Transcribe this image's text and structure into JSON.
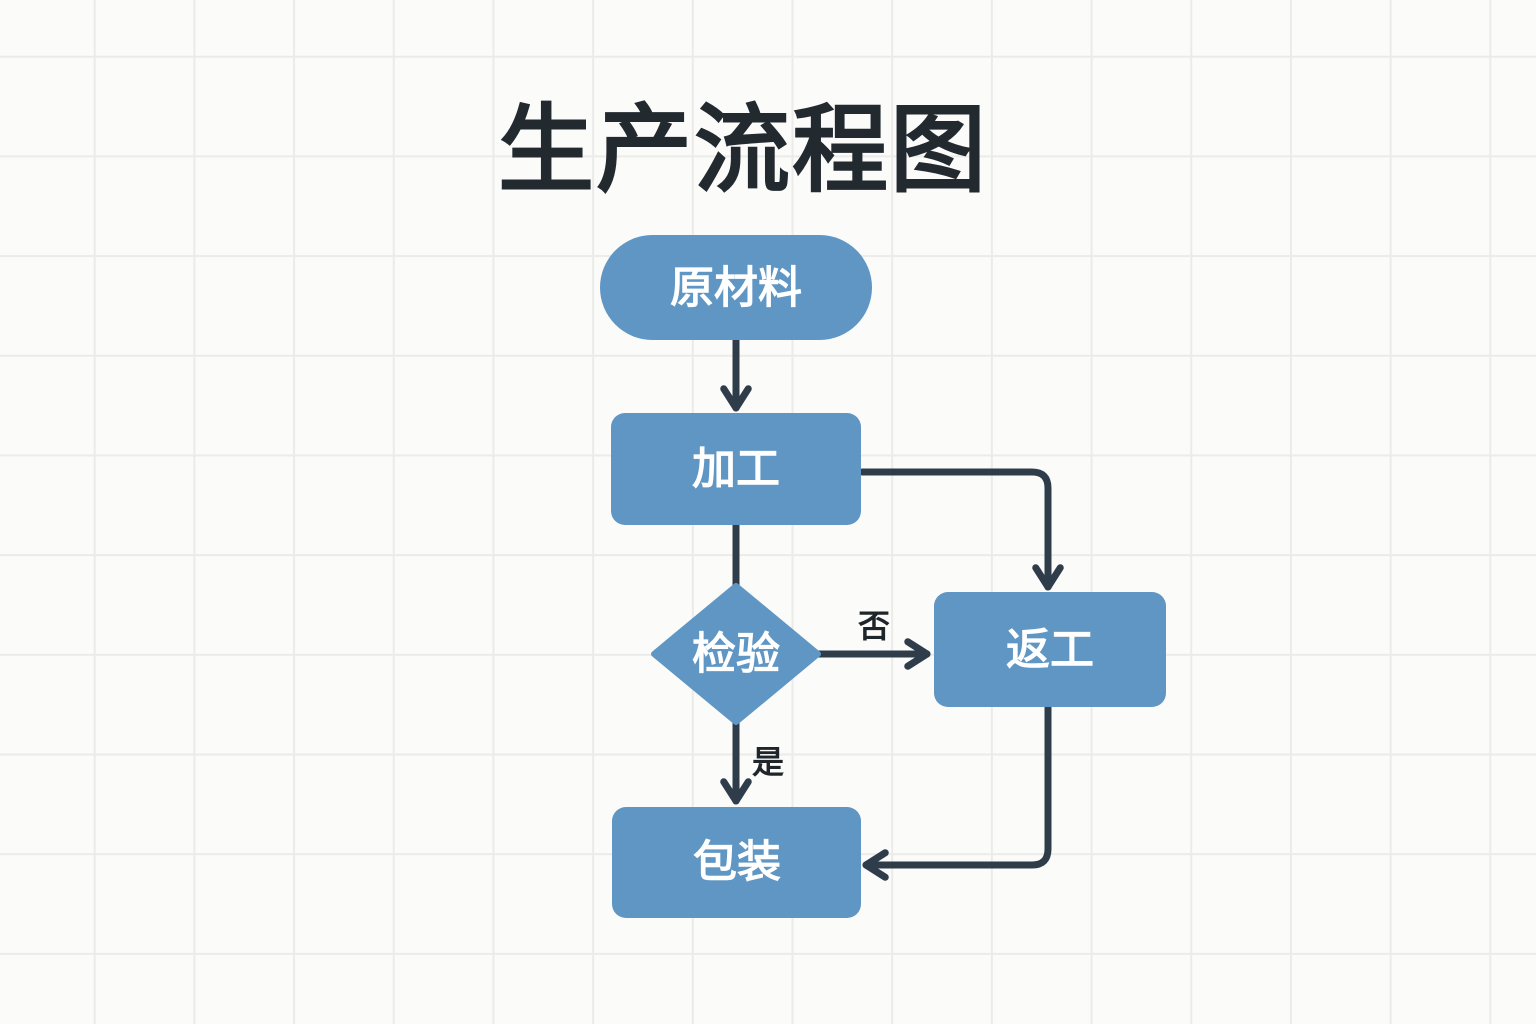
{
  "title": "生产流程图",
  "colors": {
    "node_fill": "#5f96c4",
    "edge": "#2f3d4b",
    "text_dark": "#222a30",
    "background": "#fbfbf9",
    "grid": "#ebebea"
  },
  "nodes": [
    {
      "id": "raw-materials",
      "label": "原材料",
      "shape": "terminator"
    },
    {
      "id": "processing",
      "label": "加工",
      "shape": "process"
    },
    {
      "id": "inspection",
      "label": "检验",
      "shape": "decision"
    },
    {
      "id": "rework",
      "label": "返工",
      "shape": "process"
    },
    {
      "id": "packaging",
      "label": "包装",
      "shape": "process"
    }
  ],
  "edges": [
    {
      "from": "raw-materials",
      "to": "processing",
      "label": ""
    },
    {
      "from": "processing",
      "to": "inspection",
      "label": ""
    },
    {
      "from": "processing",
      "to": "rework",
      "label": ""
    },
    {
      "from": "inspection",
      "to": "rework",
      "label": "否"
    },
    {
      "from": "inspection",
      "to": "packaging",
      "label": "是"
    },
    {
      "from": "rework",
      "to": "packaging",
      "label": ""
    }
  ]
}
